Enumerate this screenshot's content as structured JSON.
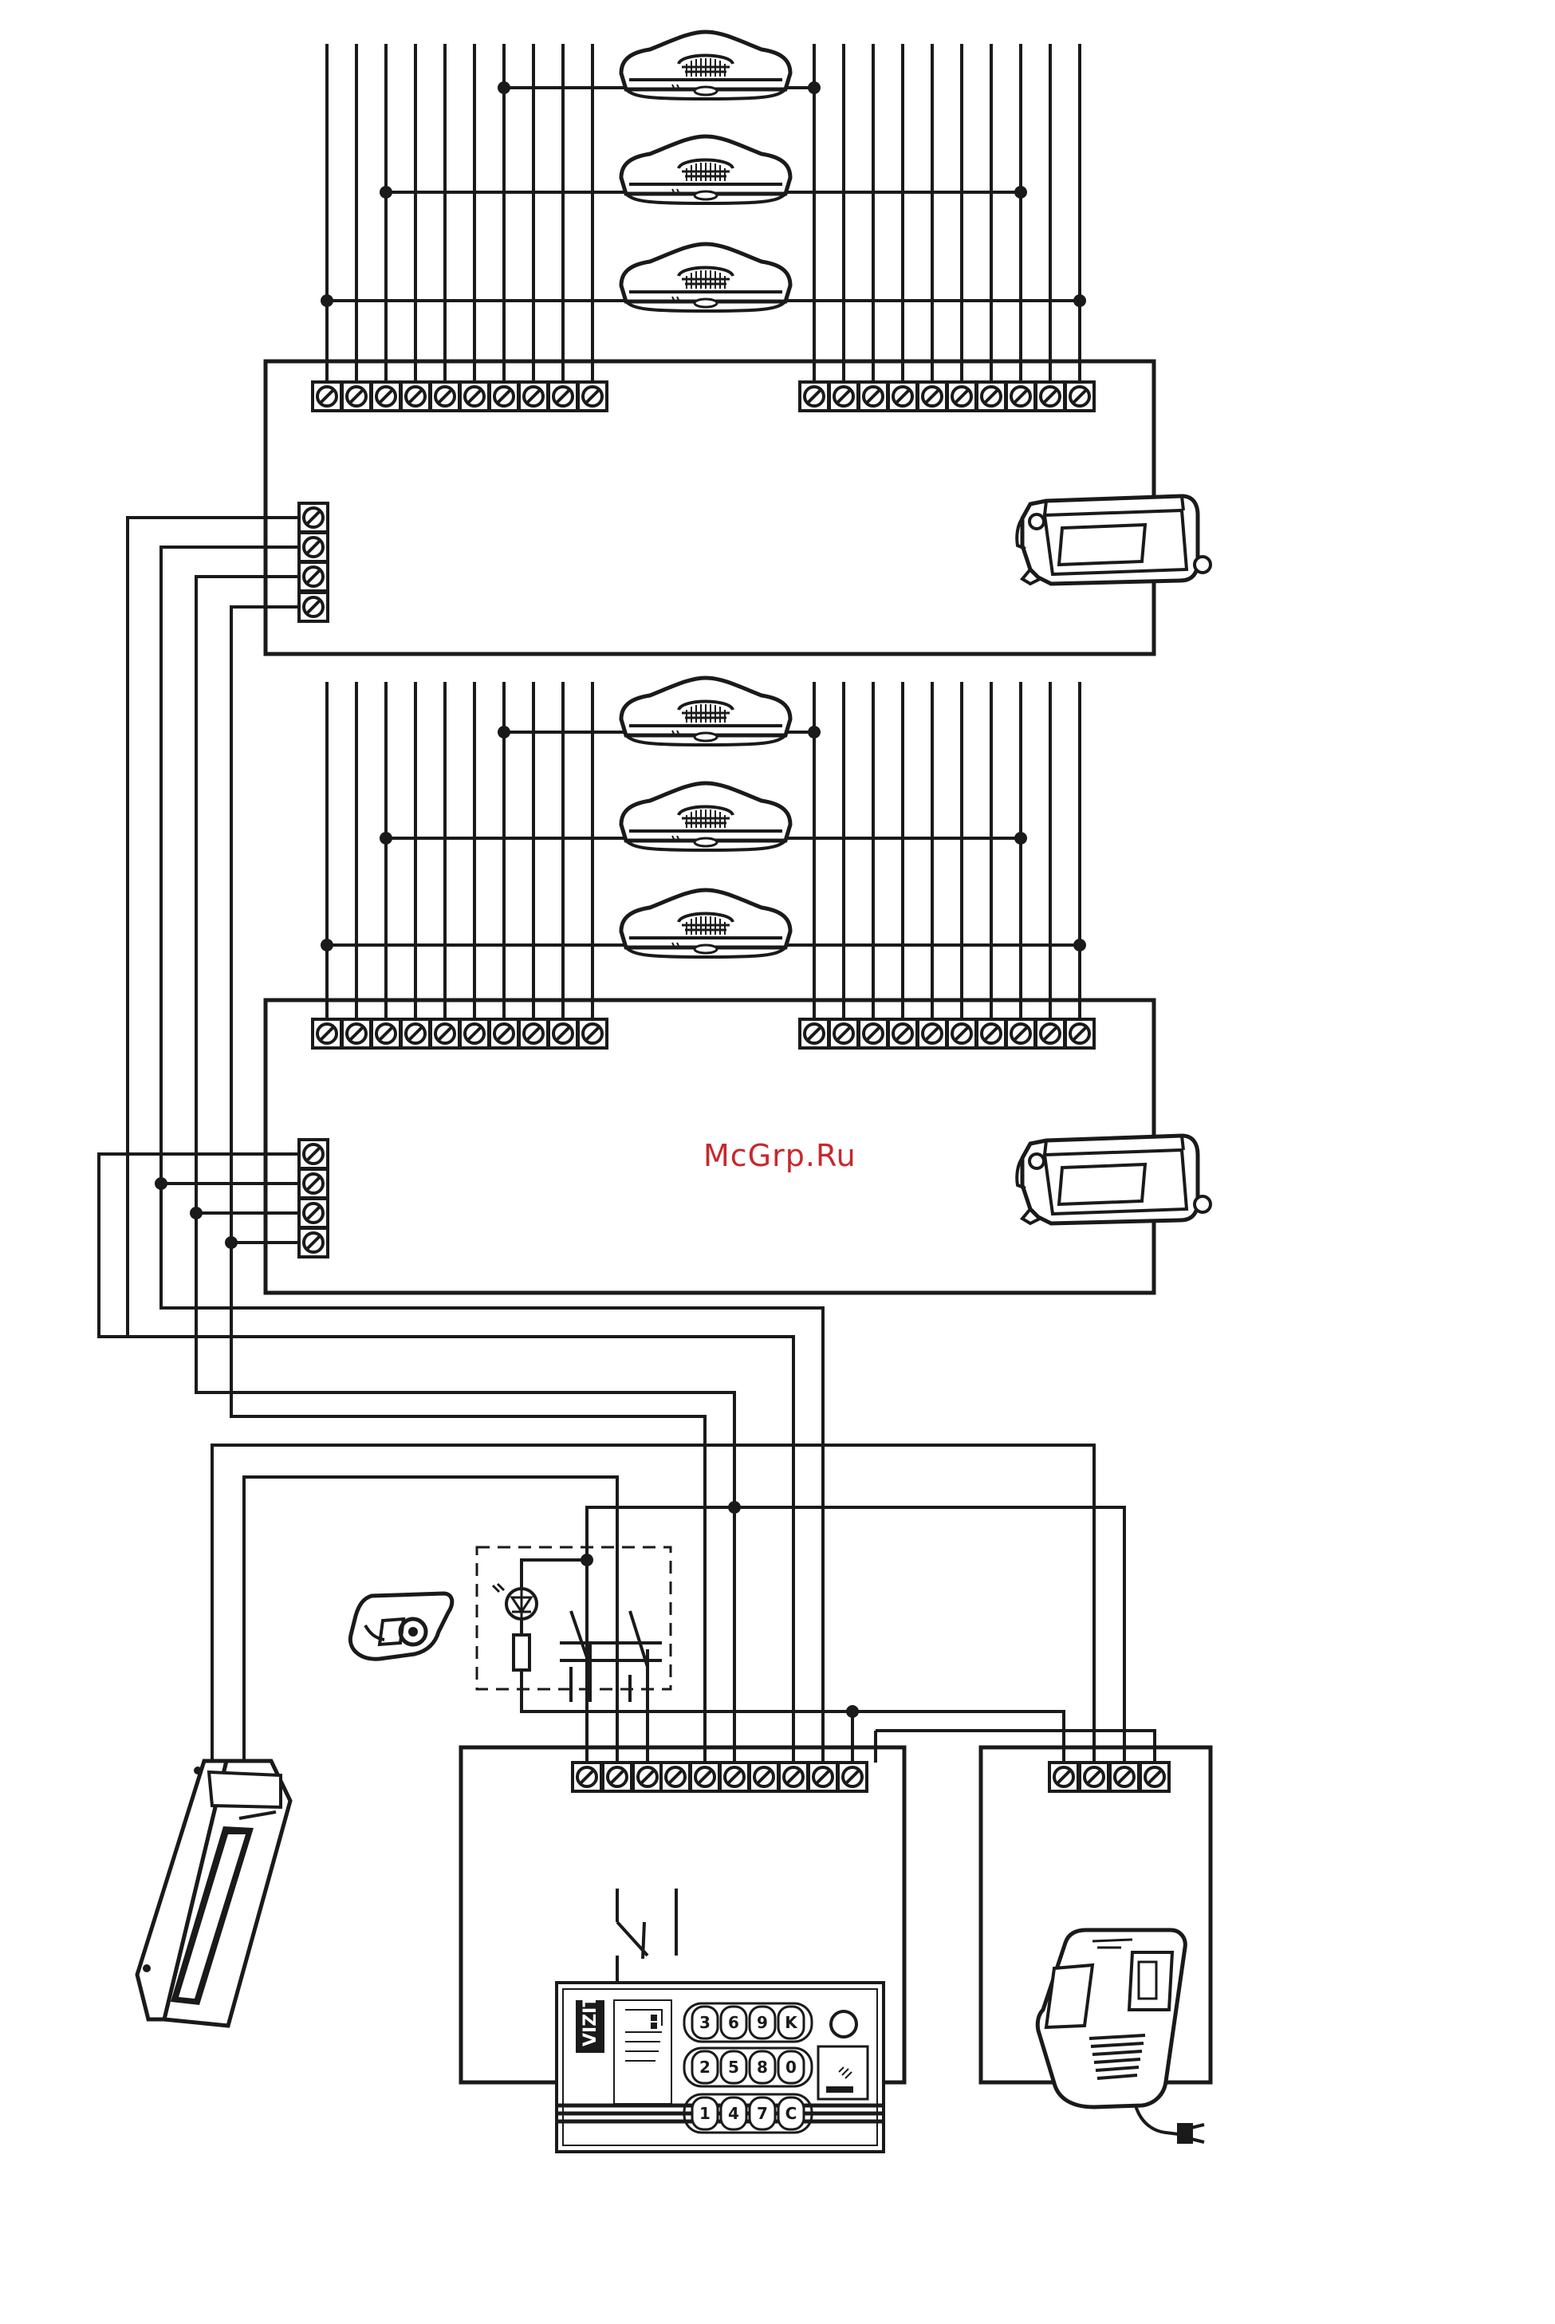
{
  "watermark": "McGrp.Ru",
  "panel": {
    "brand": "VIZIT",
    "keys": [
      "3",
      "6",
      "9",
      "K",
      "2",
      "5",
      "8",
      "0",
      "1",
      "4",
      "7",
      "C"
    ]
  },
  "colors": {
    "line": "#1a1a1a",
    "background": "#ffffff",
    "watermark": "#c8282d"
  },
  "components": {
    "handset": "intercom-handset",
    "block_device": "intercom-distribution-block",
    "lock": "electromagnetic-lock",
    "exit_button": "exit-button",
    "power_supply": "power-supply",
    "call_panel": "call-panel",
    "key_reader": "key-reader"
  }
}
